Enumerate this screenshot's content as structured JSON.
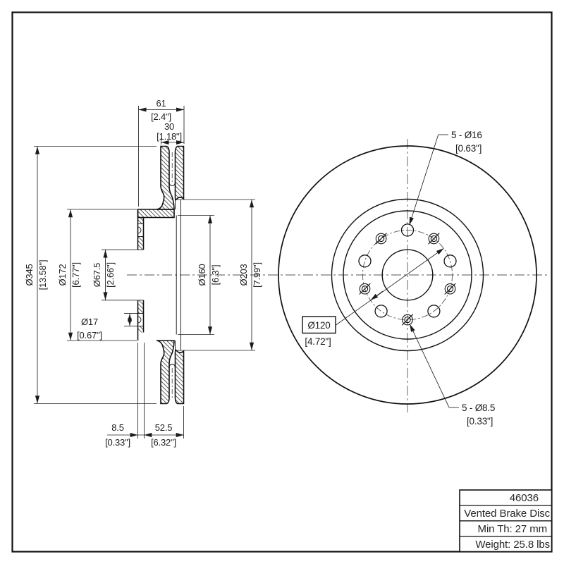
{
  "dims": {
    "total_width_mm": "61",
    "total_width_in": "[2.4\"]",
    "ring_mm": "30",
    "ring_in": "[1.18\"]",
    "od_mm": "Ø345",
    "od_in": "[13.58\"]",
    "hat_mm": "Ø172",
    "hat_in": "[6.77\"]",
    "bore_mm": "Ø67.5",
    "bore_in": "[2.66\"]",
    "hole_mm": "Ø17",
    "hole_in": "[0.67\"]",
    "inner_mm": "Ø160",
    "inner_in": "[6.3\"]",
    "outer_mm": "Ø203",
    "outer_in": "[7.99\"]",
    "wall_mm": "8.5",
    "wall_in": "[0.33\"]",
    "depth_mm": "52.5",
    "depth_in": "[6.32\"]"
  },
  "callouts": {
    "lug_count": "5 - Ø16",
    "lug_in": "[0.63\"]",
    "bcd": "Ø120",
    "bcd_in": "[4.72\"]",
    "screw_count": "5 - Ø8.5",
    "screw_in": "[0.33\"]"
  },
  "title_block": {
    "part_number": "46036",
    "product_type": "Vented Brake Disc",
    "min_thickness": "Min Th: 27 mm",
    "weight": "Weight: 25.8 lbs"
  }
}
